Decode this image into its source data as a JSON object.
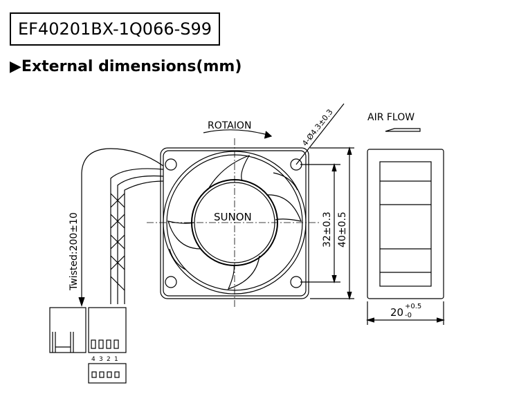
{
  "model": "EF40201BX-1Q066-S99",
  "heading": "▶External dimensions(mm)",
  "labels": {
    "rotation": "ROTAION",
    "air_flow": "AIR FLOW",
    "brand": "SUNON",
    "holes": "4-Ø4.3±0.3",
    "hole_pitch": "32±0.3",
    "frame_size": "40±0.5",
    "thickness": "20",
    "thickness_tol_upper": "+0.5",
    "thickness_tol_lower": "-0",
    "lead": "Twisted:200±10",
    "pins": [
      "4",
      "3",
      "2",
      "1"
    ]
  }
}
